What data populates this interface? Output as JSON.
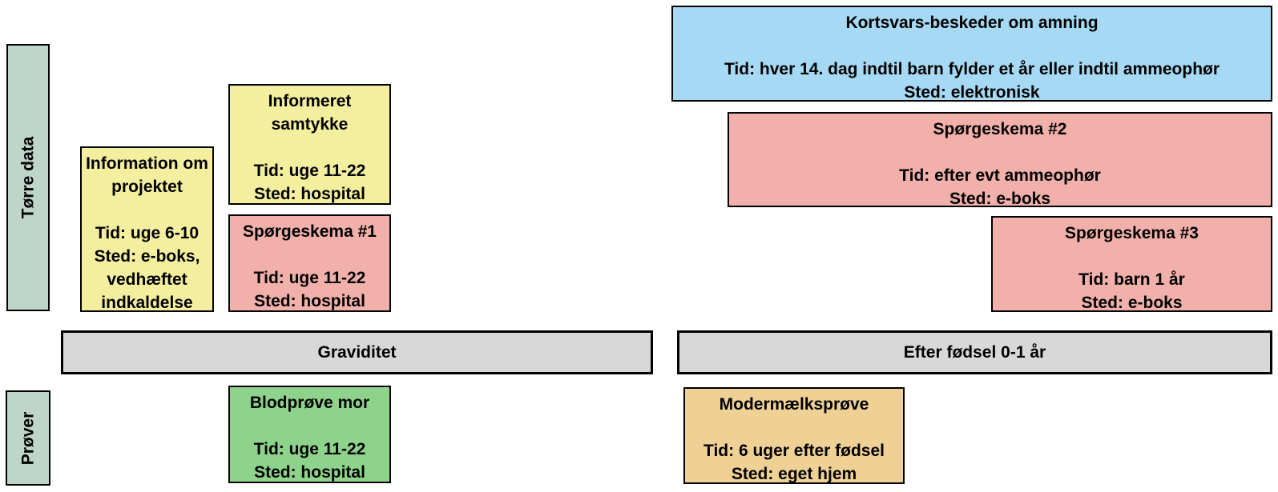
{
  "palette": {
    "sage": "#bed6c9",
    "yellow": "#f4ee9f",
    "pink": "#f1b0aa",
    "blue": "#a6d9f3",
    "gray": "#d8d8d8",
    "green": "#8ed38b",
    "orange": "#efd195",
    "border": "#000000",
    "background": "#ffffff"
  },
  "row_labels": {
    "torre_data": "Tørre data",
    "prover": "Prøver"
  },
  "timeline_bars": {
    "graviditet": "Graviditet",
    "efter_fodsel": "Efter fødsel 0-1 år"
  },
  "boxes": {
    "information_om_projektet": {
      "title": "Information om projektet",
      "tid": "Tid: uge 6-10",
      "sted": "Sted: e-boks, vedhæftet indkaldelse"
    },
    "informeret_samtykke": {
      "title": "Informeret samtykke",
      "tid": "Tid: uge 11-22",
      "sted": "Sted: hospital"
    },
    "sporgeskema_1": {
      "title": "Spørgeskema #1",
      "tid": "Tid: uge 11-22",
      "sted": "Sted: hospital"
    },
    "kortsvars_beskeder": {
      "title": "Kortsvars-beskeder om amning",
      "tid": "Tid: hver 14. dag indtil barn fylder et år eller indtil ammeophør",
      "sted": "Sted: elektronisk"
    },
    "sporgeskema_2": {
      "title": "Spørgeskema #2",
      "tid": "Tid: efter evt ammeophør",
      "sted": "Sted: e-boks"
    },
    "sporgeskema_3": {
      "title": "Spørgeskema #3",
      "tid": "Tid: barn 1 år",
      "sted": "Sted: e-boks"
    },
    "blodprove_mor": {
      "title": "Blodprøve mor",
      "tid": "Tid: uge 11-22",
      "sted": "Sted: hospital"
    },
    "modermaelksprove": {
      "title": "Modermælksprøve",
      "tid": "Tid: 6 uger efter fødsel",
      "sted": "Sted: eget hjem"
    }
  }
}
